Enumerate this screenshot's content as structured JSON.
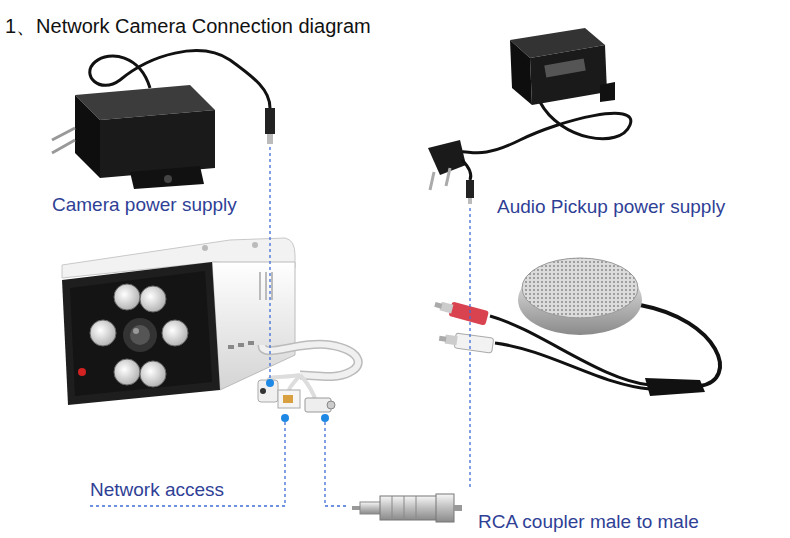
{
  "diagram": {
    "title": "1、Network Camera Connection diagram",
    "labels": [
      "Camera power supply",
      "Audio Pickup power supply",
      "Network access",
      "RCA coupler male to male"
    ]
  }
}
